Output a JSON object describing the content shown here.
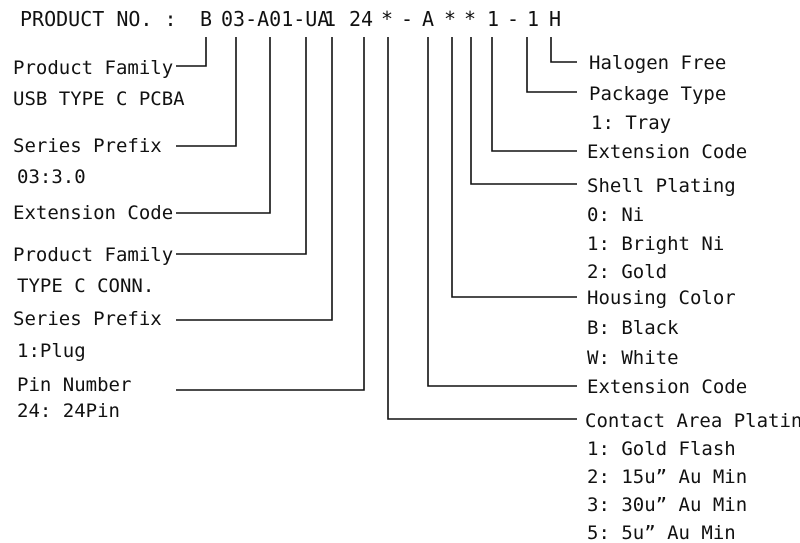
{
  "product_no_label": "PRODUCT NO. :",
  "code_segments": [
    "B",
    "03-A01-UA",
    "1",
    "24",
    "*",
    "-",
    "A",
    "*",
    "*",
    "1",
    "-",
    "1",
    "H"
  ],
  "left_fields": [
    {
      "title": "Product Family",
      "details": [
        "USB TYPE C PCBA"
      ]
    },
    {
      "title": "Series Prefix",
      "details": [
        "03:3.0"
      ]
    },
    {
      "title": "Extension Code",
      "details": []
    },
    {
      "title": "Product Family",
      "details": [
        "TYPE C CONN."
      ]
    },
    {
      "title": "Series Prefix",
      "details": [
        "1:Plug"
      ]
    },
    {
      "title": "Pin Number",
      "details": [
        "24: 24Pin"
      ]
    }
  ],
  "right_fields": [
    {
      "title": "Halogen Free",
      "details": []
    },
    {
      "title": "Package Type",
      "details": [
        "1: Tray"
      ]
    },
    {
      "title": "Extension Code",
      "details": []
    },
    {
      "title": "Shell Plating",
      "details": [
        "0: Ni",
        "1: Bright Ni",
        "2: Gold"
      ]
    },
    {
      "title": "Housing Color",
      "details": [
        "B: Black",
        "W: White"
      ]
    },
    {
      "title": "Extension Code",
      "details": []
    },
    {
      "title": "Contact Area Plating",
      "details": [
        "1: Gold Flash",
        "2: 15u” Au Min",
        "3: 30u” Au Min",
        "5: 5u” Au Min"
      ]
    }
  ]
}
